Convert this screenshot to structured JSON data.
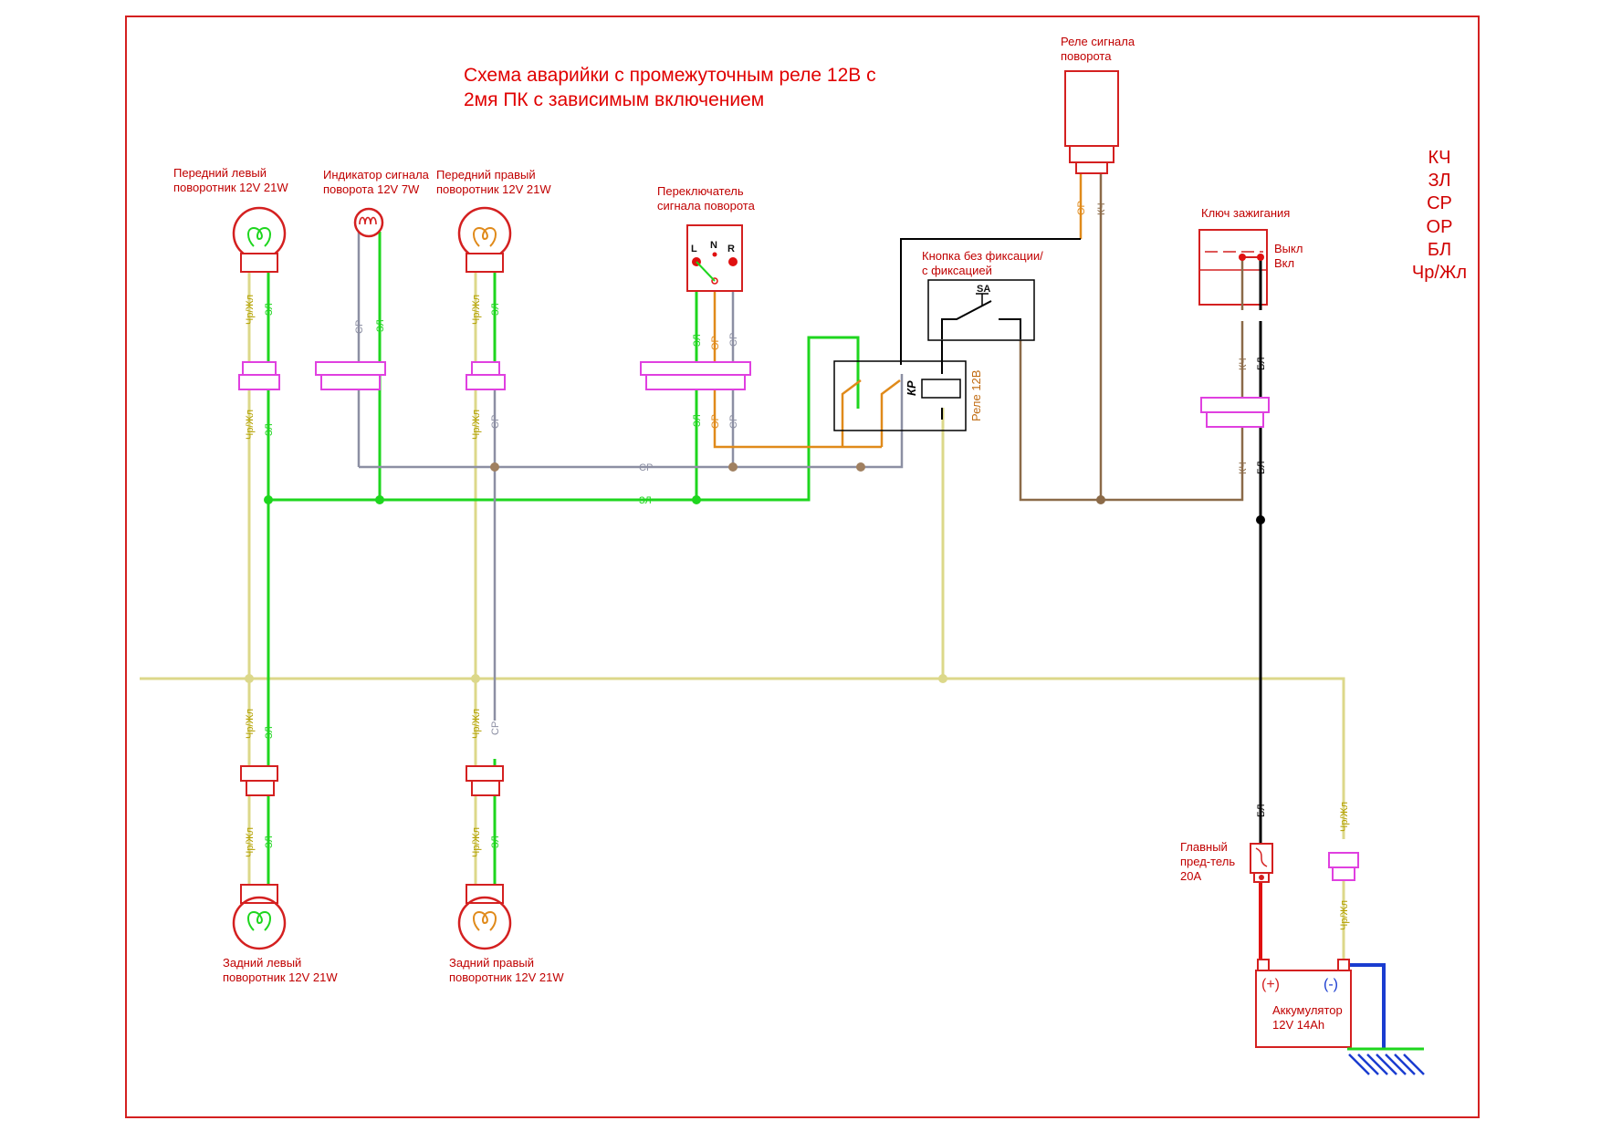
{
  "title": {
    "line1": "Схема аварийки  с промежуточным реле  12В с",
    "line2": "2мя ПК  с зависимым включением"
  },
  "legend": [
    "КЧ",
    "ЗЛ",
    "СР",
    "ОР",
    "БЛ",
    "Чр/Жл"
  ],
  "components": {
    "front_left": [
      "Передний левый",
      "поворотник 12V 21W"
    ],
    "indicator": [
      "Индикатор сигнала",
      "поворота 12V 7W"
    ],
    "front_right": [
      "Передний правый",
      "поворотник 12V 21W"
    ],
    "switch": [
      "Переключатель",
      "сигнала поворота"
    ],
    "switch_pins": [
      "L",
      "N",
      "R"
    ],
    "flasher": [
      "Реле сигнала",
      "поворота"
    ],
    "button": [
      "Кнопка без фиксации/",
      "с фиксацией"
    ],
    "button_contact": "SA",
    "relay_coil": "КР",
    "relay_name": "Реле 12В",
    "ignition": "Ключ зажигания",
    "ignition_states": [
      "Выкл",
      "Вкл"
    ],
    "rear_left": [
      "Задний левый",
      "поворотник 12V 21W"
    ],
    "rear_right": [
      "Задний правый",
      "поворотник 12V 21W"
    ],
    "fuse": [
      "Главный",
      "пред-тель",
      "20А"
    ],
    "battery_plus": "(+)",
    "battery_minus": "(-)",
    "battery": [
      "Аккумулятор",
      "12V 14Ah"
    ]
  },
  "wire_labels": {
    "black_yellow": "Чр/Жл",
    "green": "ЗЛ",
    "gray": "СР",
    "orange": "ОР",
    "brown": "КЧ",
    "white": "БЛ"
  },
  "colors": {
    "frame": "#d42020",
    "green": "#1ed61e",
    "gray": "#8c8fa3",
    "orange": "#e08a1a",
    "brown": "#8b6a48",
    "yellow": "#dcd88a",
    "black": "#000000",
    "red": "#e01010",
    "blue": "#1a3cd0",
    "magenta": "#e040e0"
  }
}
